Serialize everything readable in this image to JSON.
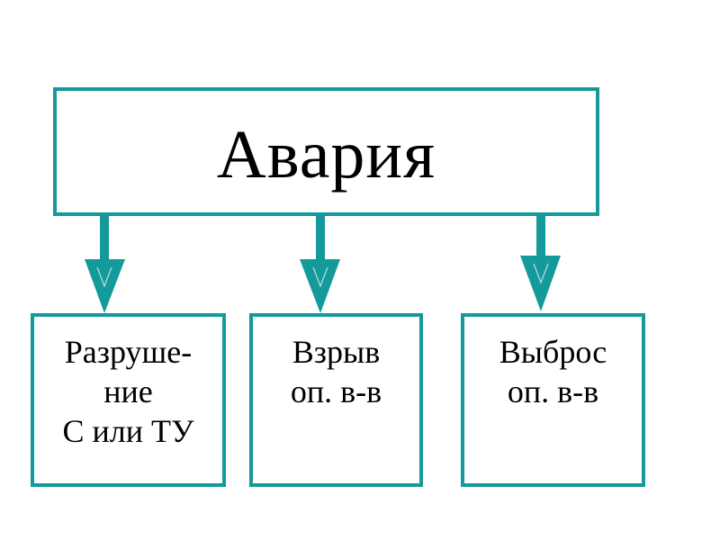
{
  "diagram": {
    "root": {
      "label": "Авария"
    },
    "children": [
      {
        "lines": [
          "Разруше-",
          "ние",
          "С или ТУ"
        ]
      },
      {
        "lines": [
          "Взрыв",
          "оп. в-в"
        ]
      },
      {
        "lines": [
          "Выброс",
          "оп. в-в"
        ]
      }
    ],
    "colors": {
      "border": "#149a9a",
      "arrow": "#149a9a",
      "text": "#000000"
    }
  }
}
